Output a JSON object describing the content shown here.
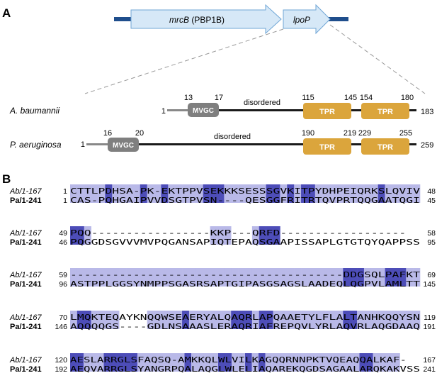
{
  "panel_a": {
    "label": "A",
    "operon": {
      "gene1_italic": "mrcB",
      "gene1_rest": " (PBP1B)",
      "gene2": "lpoP",
      "colors": {
        "arrow_fill": "#d6e8f7",
        "arrow_stroke": "#6fa6d6",
        "backbone": "#1f4e8c"
      }
    },
    "constructs": [
      {
        "organism": "A. baumannii",
        "start": "1",
        "end": "183",
        "motif": "MVGC",
        "motif_start": "13",
        "motif_end": "17",
        "region_label": "disordered",
        "tprs": [
          {
            "label": "TPR",
            "start": "115",
            "end": "145"
          },
          {
            "label": "TPR",
            "start": "154",
            "end": "180"
          }
        ]
      },
      {
        "organism": "P. aeruginosa",
        "start": "1",
        "end": "259",
        "motif": "MVGC",
        "motif_start": "16",
        "motif_end": "20",
        "region_label": "disordered",
        "tprs": [
          {
            "label": "TPR",
            "start": "190",
            "end": "219"
          },
          {
            "label": "TPR",
            "start": "229",
            "end": "255"
          }
        ]
      }
    ],
    "colors": {
      "tpr": "#dba53c",
      "motif": "#7f7f7f",
      "line": "#1a1a1a",
      "nterm": "#888888"
    }
  },
  "panel_b": {
    "label": "B",
    "colors": {
      "conserved": "#4d4db8",
      "similar": "#b9b9e8"
    },
    "blocks": [
      {
        "rows": [
          {
            "name": "Ab/1-167",
            "start": "1",
            "end": "48",
            "seq": "CTTLPDHSA-PK-EKTPPVSEKKKSESSSGVKITPYDHPEIQRKSLQVIV"
          },
          {
            "name": "Pa/1-241",
            "start": "1",
            "end": "45",
            "seq": "CAS-PQHGAIPVVDSGTPVSN----QESGGFRITRTQVPRTQQGAATQGI"
          }
        ],
        "strong": [
          5,
          10,
          13,
          19,
          20,
          21,
          28,
          29,
          31,
          33,
          34,
          44
        ],
        "weak": [
          0,
          1,
          2,
          3,
          4,
          6,
          7,
          8,
          9,
          11,
          12,
          14,
          15,
          16,
          17,
          18,
          22,
          23,
          24,
          25,
          26,
          27,
          30,
          32,
          35,
          36,
          37,
          38,
          39,
          40,
          41,
          42,
          43,
          45,
          46,
          47,
          48,
          49
        ]
      },
      {
        "rows": [
          {
            "name": "Ab/1-167",
            "start": "49",
            "end": "58",
            "seq": "PQQ-----------------KKP---QRFD------------------"
          },
          {
            "name": "Pa/1-241",
            "start": "46",
            "end": "95",
            "seq": "PQGGDSGVVVMVPQGANSAPIQTEPAQSGAAPISSAPLGTGTQYQAPPSS"
          }
        ],
        "strong": [
          0,
          1,
          27,
          28,
          29
        ],
        "weak": [
          2,
          20,
          21,
          22,
          26
        ]
      },
      {
        "rows": [
          {
            "name": "Ab/1-167",
            "start": "59",
            "end": "69",
            "seq": "---------------------------------------DDGSQLPAFKT"
          },
          {
            "name": "Pa/1-241",
            "start": "96",
            "end": "145",
            "seq": "ASTPPLGGSYNMPPSGASRSAPTGIPASGSAGSLAADEQLQGPVLAMLTT"
          }
        ],
        "strong": [
          39,
          40,
          41,
          45,
          46,
          47
        ],
        "weak": [
          0,
          1,
          2,
          3,
          4,
          5,
          6,
          7,
          8,
          9,
          10,
          11,
          12,
          13,
          14,
          15,
          16,
          17,
          18,
          19,
          20,
          21,
          22,
          23,
          24,
          25,
          26,
          27,
          28,
          29,
          30,
          31,
          32,
          33,
          34,
          35,
          36,
          37,
          38,
          42,
          43,
          44,
          48,
          49
        ]
      },
      {
        "rows": [
          {
            "name": "Ab/1-167",
            "start": "70",
            "end": "119",
            "seq": "LMQKTEQAYKNQQWSEAERYALQAQRLAPQAAETYLFLALTANHKQQYSN"
          },
          {
            "name": "Pa/1-241",
            "start": "146",
            "end": "191",
            "seq": "AQQQQGS----GDLNSAAASLERAQRIAFREPQVLYRLAQVRLAQGDAAQ"
          }
        ],
        "strong": [
          1,
          2,
          16,
          23,
          24,
          25,
          27,
          28,
          39,
          40
        ],
        "weak": [
          0,
          3,
          4,
          5,
          6,
          11,
          12,
          13,
          14,
          15,
          17,
          18,
          19,
          20,
          21,
          22,
          26,
          29,
          30,
          31,
          32,
          33,
          34,
          35,
          36,
          37,
          38,
          41,
          42,
          43,
          44,
          45,
          46,
          47,
          48,
          49
        ]
      },
      {
        "rows": [
          {
            "name": "Ab/1-167",
            "start": "120",
            "end": "167",
            "seq": "AESLARRGLSFAQSQ-AMKKQLWLVILKAGQQRNNPKTVQEAQQALKAF-"
          },
          {
            "name": "Pa/1-241",
            "start": "192",
            "end": "241",
            "seq": "AEQVARRGLSYANGRPQALAQGLWLELIAQAREKQGDSAGAALARQKAKVSS"
          }
        ],
        "strong": [
          0,
          1,
          5,
          6,
          7,
          8,
          9,
          17,
          22,
          23,
          26,
          28,
          43,
          44
        ],
        "weak": [
          2,
          3,
          4,
          10,
          11,
          12,
          13,
          14,
          15,
          16,
          18,
          19,
          20,
          21,
          24,
          25,
          27,
          29,
          30,
          31,
          32,
          33,
          34,
          35,
          36,
          37,
          38,
          39,
          40,
          41,
          42,
          45,
          46,
          47,
          48
        ]
      }
    ]
  }
}
